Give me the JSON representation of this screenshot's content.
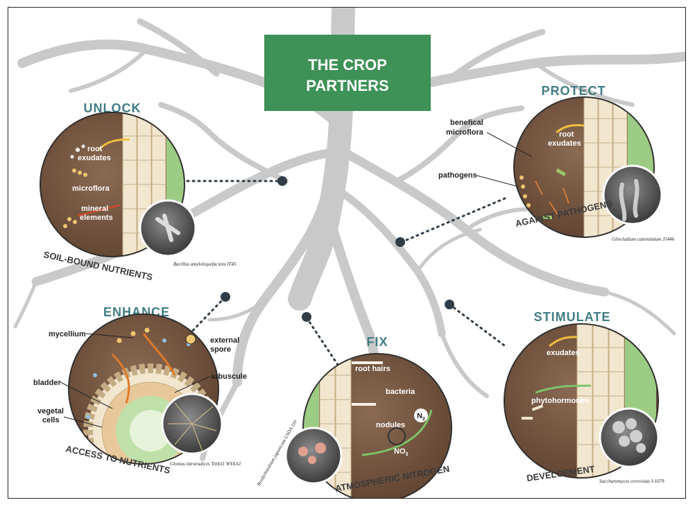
{
  "title": {
    "line1": "THE CROP",
    "line2": "PARTNERS"
  },
  "colors": {
    "title_bg": "#3e9157",
    "heading": "#3f7d84",
    "root": "#c9c9c9",
    "circle": "#6b4e3a",
    "dots": "#2f3d48"
  },
  "sections": {
    "unlock": {
      "heading": "UNLOCK",
      "subtitle": "SOIL-BOUND NUTRIENTS",
      "labels": {
        "root1": "root",
        "root2": "exudates",
        "microflora": "microflora",
        "mineral1": "mineral",
        "mineral2": "elements"
      },
      "species": "Bacillus amyloliquefaciens IT45"
    },
    "protect": {
      "heading": "PROTECT",
      "subtitle": "AGAINST PATHOGENS",
      "labels": {
        "benefical1": "benefical",
        "benefical2": "microflora",
        "root1": "root",
        "root2": "exudates",
        "pathogens": "pathogens"
      },
      "species": "Gliocladium catenulatum J1446"
    },
    "enhance": {
      "heading": "ENHANCE",
      "subtitle": "ACCESS TO NUTRIENTS",
      "labels": {
        "mycelium": "mycellium",
        "external1": "external",
        "external2": "spore",
        "arbuscule": "arbuscule",
        "bladder": "bladder",
        "vegetal1": "vegetal",
        "vegetal2": "cells"
      },
      "species": "Glomus intraradices Tinb31 WY4.61"
    },
    "fix": {
      "heading": "FIX",
      "subtitle": "ATMOSPHERIC NITROGEN",
      "labels": {
        "roothairs": "root hairs",
        "bacteria": "bacteria",
        "nodules": "nodules",
        "n2": "N",
        "n2sub": "2",
        "no3": "NO",
        "no3sub": "3"
      },
      "species": "Bradyrhizobium japonicum USDA 110"
    },
    "stimulate": {
      "heading": "STIMULATE",
      "subtitle": "DEVELOPMENT",
      "labels": {
        "exudates": "exudates",
        "phytohormones": "phytohormones"
      },
      "species": "Saccharomyces cerevisiae I-1079"
    }
  }
}
